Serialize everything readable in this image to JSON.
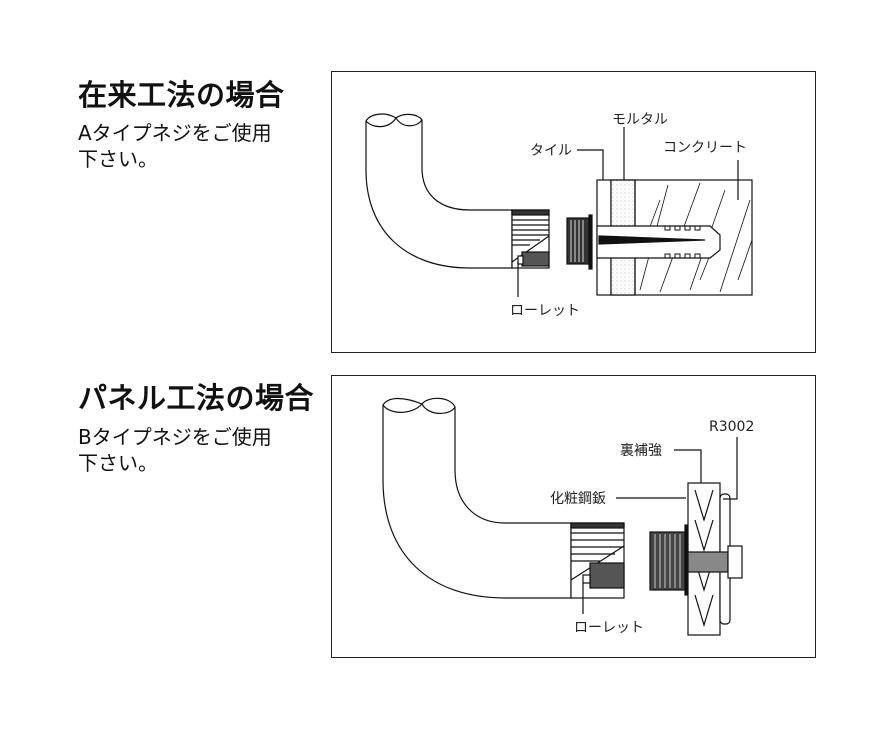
{
  "section_a": {
    "title": "在来工法の場合",
    "description_line1": "Aタイプネジをご使用",
    "description_line2": "下さい。",
    "labels": {
      "tile": "タイル",
      "mortar": "モルタル",
      "concrete": "コンクリート",
      "knurl": "ローレット"
    }
  },
  "section_b": {
    "title": "パネル工法の場合",
    "description_line1": "Bタイプネジをご使用",
    "description_line2": "下さい。",
    "labels": {
      "backing": "裏補強",
      "model": "R3002",
      "steel_sheet": "化粧鋼鈑",
      "knurl": "ローレット"
    }
  }
}
